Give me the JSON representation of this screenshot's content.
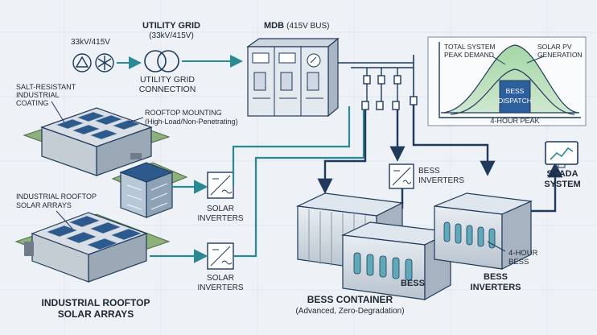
{
  "utility": {
    "voltage_pair": "33kV/415V",
    "title": "UTILITY GRID",
    "subtitle": "(33kV/415V)",
    "connection_line1": "UTILITY GRID",
    "connection_line2": "CONNECTION"
  },
  "mdb": {
    "title": "MDB",
    "bus": "(415V BUS)"
  },
  "rooftop": {
    "coating_line1": "SALT-RESISTANT",
    "coating_line2": "INDUSTRIAL",
    "coating_line3": "COATING",
    "mounting_line1": "ROOFTOP MOUNTING",
    "mounting_line2": "(High-Load/Non-Penetrating)",
    "arrays_line1": "INDUSTRIAL ROOFTOP",
    "arrays_line2": "SOLAR ARRAYS",
    "footer_line1": "INDUSTRIAL ROOFTOP",
    "footer_line2": "SOLAR ARRAYS"
  },
  "inverters": {
    "solar_top_line1": "SOLAR",
    "solar_top_line2": "INVERTERS",
    "solar_bottom_line1": "SOLAR",
    "solar_bottom_line2": "INVERTERS",
    "bess_top_line1": "BESS",
    "bess_top_line2": "INVERTERS",
    "bess_bottom_line1": "BESS",
    "bess_bottom_line2": "INVERTERS"
  },
  "bess": {
    "container_title": "BESS CONTAINER",
    "container_subtitle": "(Advanced, Zero-Degradation)",
    "label": "BESS",
    "four_hour_line1": "4-HOUR",
    "four_hour_line2": "BESS"
  },
  "chart": {
    "demand_line1": "TOTAL SYSTEM",
    "demand_line2": "PEAK DEMAND",
    "solar_line1": "SOLAR PV",
    "solar_line2": "GENERATION",
    "dispatch_line1": "BESS",
    "dispatch_line2": "DISPATCH",
    "peak_label": "4-HOUR PEAK"
  },
  "scada": {
    "line1": "SCADA",
    "line2": "SYSTEM"
  },
  "colors": {
    "teal": "#2a8a94",
    "navy": "#1f3a5c",
    "panel_blue": "#2d5a8c",
    "background": "#eef2f6",
    "curve_green": "#9ccfa8",
    "dispatch_blue": "#2c5f9b"
  }
}
